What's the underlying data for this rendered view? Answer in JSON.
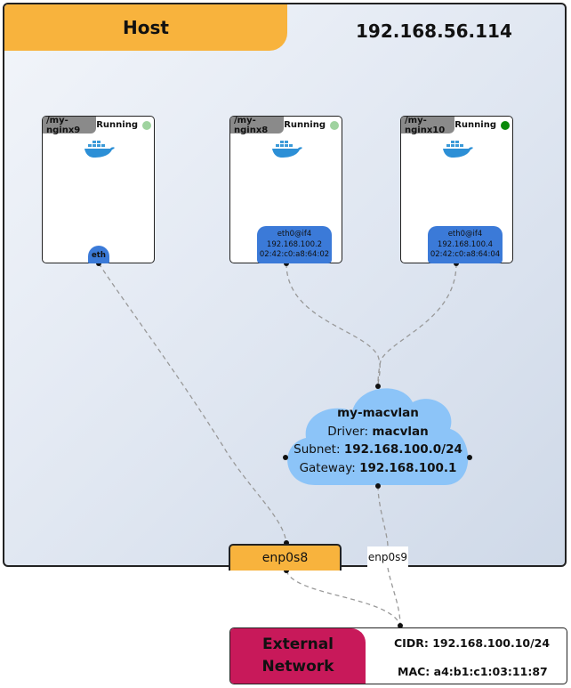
{
  "host": {
    "title": "Host",
    "ip": "192.168.56.114"
  },
  "containers": [
    {
      "name": "/my-nginx9",
      "status": "Running",
      "status_color": "#9fd39f",
      "iface": {
        "label": "eth"
      }
    },
    {
      "name": "/my-nginx8",
      "status": "Running",
      "status_color": "#9fd39f",
      "iface": {
        "label": "eth0@if4",
        "ip": "192.168.100.2",
        "mac": "02:42:c0:a8:64:02"
      }
    },
    {
      "name": "/my-nginx10",
      "status": "Running",
      "status_color": "#0a8a0a",
      "iface": {
        "label": "eth0@if4",
        "ip": "192.168.100.4",
        "mac": "02:42:c0:a8:64:04"
      }
    }
  ],
  "network": {
    "name": "my-macvlan",
    "driver_label": "Driver:",
    "driver": "macvlan",
    "subnet_label": "Subnet:",
    "subnet": "192.168.100.0/24",
    "gateway_label": "Gateway:",
    "gateway": "192.168.100.1"
  },
  "interfaces": {
    "enp0s8": "enp0s8",
    "enp0s9": "enp0s9"
  },
  "external": {
    "label_line1": "External",
    "label_line2": "Network",
    "cidr_label": "CIDR:",
    "cidr": "192.168.100.10/24",
    "mac_label": "MAC:",
    "mac": "a4:b1:c1:03:11:87"
  },
  "colors": {
    "host_header": "#f8b33d",
    "iface": "#3b7ad8",
    "cloud": "#8cc4f8",
    "external": "#c8195a"
  },
  "icons": {
    "container": "docker-whale-icon"
  }
}
